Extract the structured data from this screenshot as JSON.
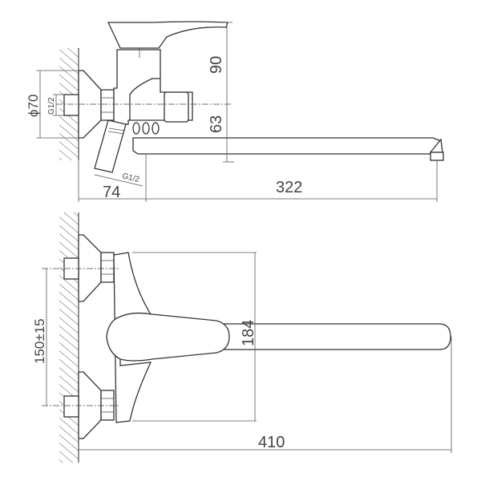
{
  "drawing": {
    "subject": "Wall-mounted single-lever bath/shower mixer faucet with long spout",
    "line_color": "#3a3a3a",
    "background": "#ffffff",
    "side_view": {
      "dimensions": {
        "handle_height": "90",
        "spout_height": "63",
        "flange_diameter": "ϕ70",
        "inlet_thread": "G1/2",
        "outlet_thread": "G1/2",
        "wall_to_body": "74",
        "spout_reach": "322"
      }
    },
    "front_view": {
      "dimensions": {
        "inlet_spacing": "150±15",
        "body_height": "184",
        "total_length": "410"
      }
    }
  }
}
